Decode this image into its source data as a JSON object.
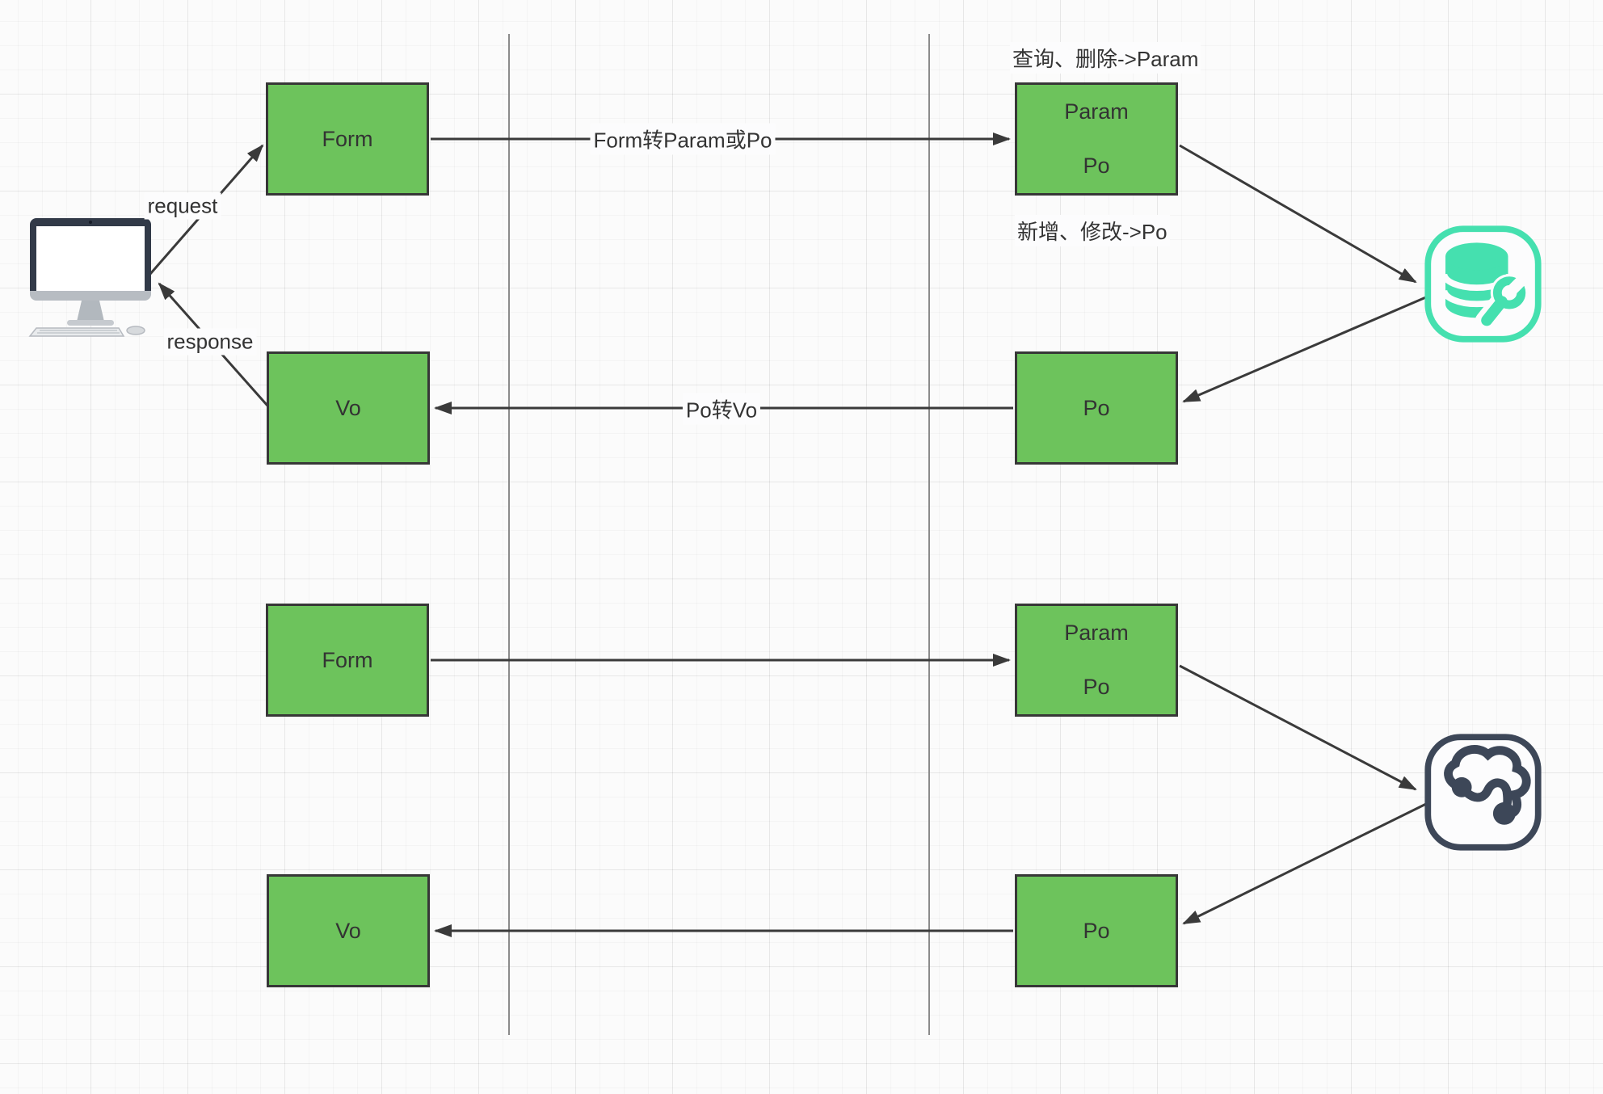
{
  "labels": {
    "request": "request",
    "response": "response",
    "form_convert": "Form转Param或Po",
    "po_convert": "Po转Vo"
  },
  "annotations": {
    "query_delete": "查询、删除->Param",
    "create_update": "新增、修改->Po"
  },
  "nodes": {
    "form_top": {
      "label": "Form"
    },
    "param_po_top": {
      "line1": "Param",
      "line2": "Po"
    },
    "vo_top": {
      "label": "Vo"
    },
    "po_top": {
      "label": "Po"
    },
    "form_bottom": {
      "label": "Form"
    },
    "param_po_bottom": {
      "line1": "Param",
      "line2": "Po"
    },
    "vo_bottom": {
      "label": "Vo"
    },
    "po_bottom": {
      "label": "Po"
    }
  },
  "icons": {
    "client": "computer-icon",
    "database": "database-wrench-icon",
    "cloud": "cloud-service-icon"
  },
  "colors": {
    "node_fill": "#6dc35c",
    "node_border": "#373737",
    "arrow": "#3a3a3a",
    "database_icon": "#45e0af",
    "cloud_icon": "#3d4758",
    "separator_line": "#8b8b8b",
    "text": "#333333"
  }
}
